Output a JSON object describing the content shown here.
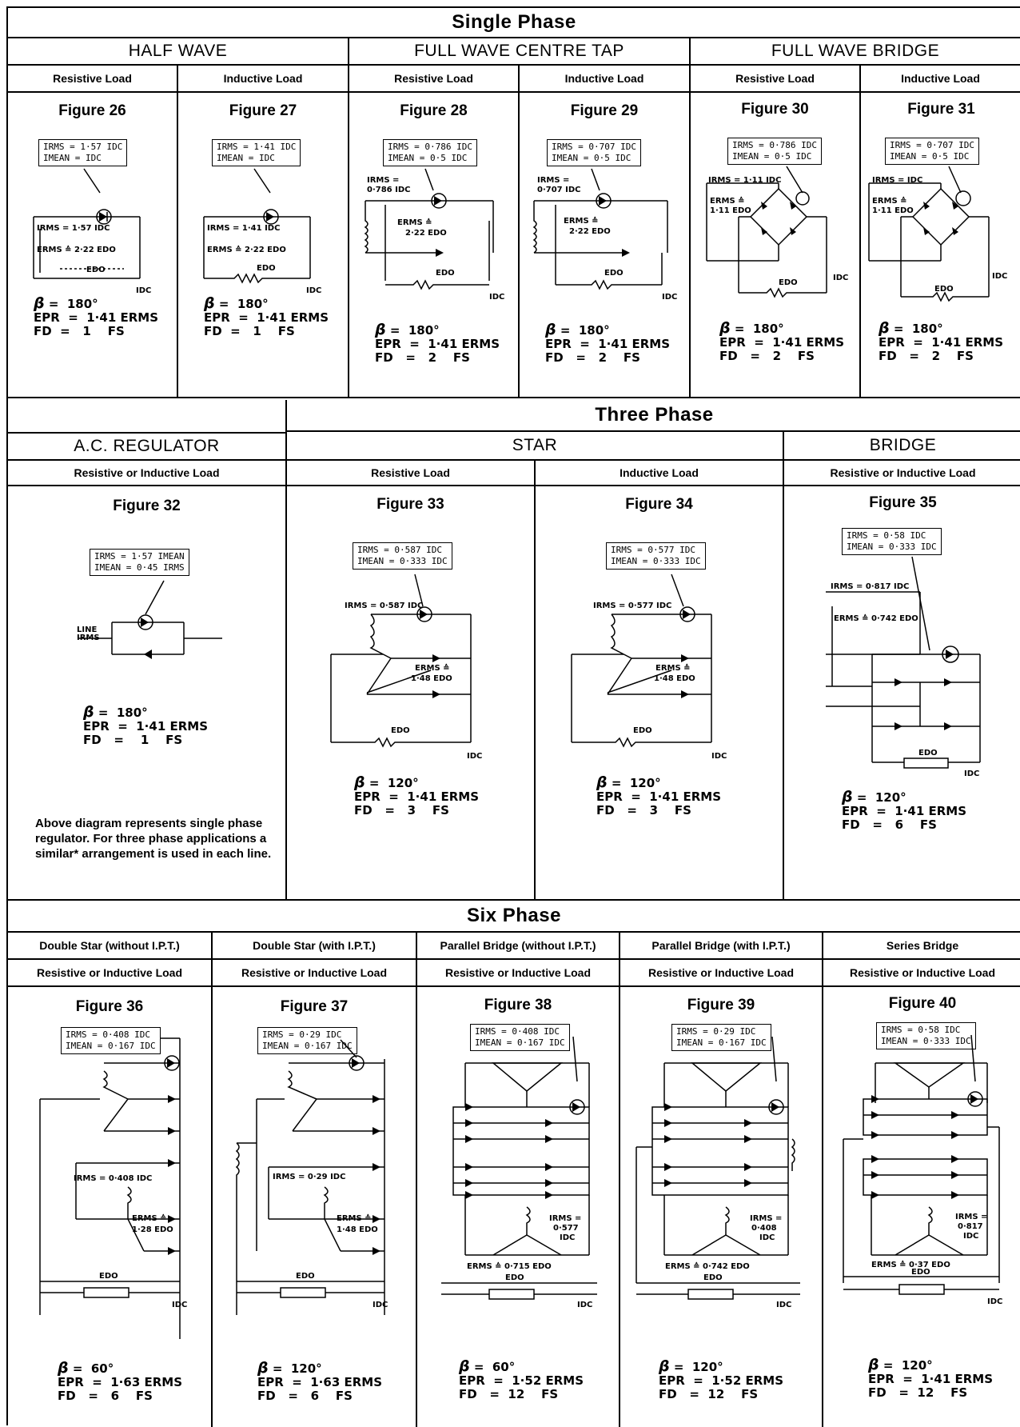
{
  "single_phase": {
    "title": "Single Phase",
    "groups": [
      {
        "title": "HALF WAVE"
      },
      {
        "title": "FULL WAVE CENTRE TAP"
      },
      {
        "title": "FULL WAVE BRIDGE"
      }
    ],
    "loads": [
      "Resistive Load",
      "Inductive Load",
      "Resistive Load",
      "Inductive Load",
      "Resistive Load",
      "Inductive Load"
    ],
    "figures": [
      {
        "label": "Figure 26",
        "box": [
          "IRMS = 1·57 IDC",
          "IMEAN = IDC"
        ],
        "notes": [
          "IRMS = 1·57 IDC",
          "ERMS ≙ 2·22 EDO",
          "EDO",
          "IDC"
        ],
        "beta": "β",
        "beta_val": "=  180°",
        "epr": "EPR  =  1·41 ERMS",
        "fd": "FD  =   1    FS"
      },
      {
        "label": "Figure 27",
        "box": [
          "IRMS = 1·41 IDC",
          "IMEAN = IDC"
        ],
        "notes": [
          "IRMS = 1·41 IDC",
          "ERMS ≙ 2·22 EDO",
          "EDO",
          "IDC"
        ],
        "beta": "β",
        "beta_val": "=  180°",
        "epr": "EPR  =  1·41 ERMS",
        "fd": "FD  =   1    FS"
      },
      {
        "label": "Figure 28",
        "box": [
          "IRMS = 0·786 IDC",
          "IMEAN = 0·5 IDC"
        ],
        "notes": [
          "IRMS =",
          "0·786 IDC",
          "ERMS ≙",
          "2·22 EDO",
          "EDO",
          "IDC"
        ],
        "beta": "β",
        "beta_val": "=  180°",
        "epr": "EPR  =  1·41 ERMS",
        "fd": "FD   =   2    FS"
      },
      {
        "label": "Figure 29",
        "box": [
          "IRMS = 0·707 IDC",
          "IMEAN = 0·5 IDC"
        ],
        "notes": [
          "IRMS =",
          "0·707 IDC",
          "ERMS ≙",
          "2·22 EDO",
          "EDO",
          "IDC"
        ],
        "beta": "β",
        "beta_val": "=  180°",
        "epr": "EPR  =  1·41 ERMS",
        "fd": "FD   =   2    FS"
      },
      {
        "label": "Figure 30",
        "box": [
          "IRMS = 0·786 IDC",
          "IMEAN = 0·5 IDC"
        ],
        "notes": [
          "IRMS = 1·11 IDC",
          "ERMS ≙",
          "1·11 EDO",
          "EDO",
          "IDC"
        ],
        "beta": "β",
        "beta_val": "=  180°",
        "epr": "EPR  =  1·41 ERMS",
        "fd": "FD   =   2    FS"
      },
      {
        "label": "Figure 31",
        "box": [
          "IRMS = 0·707 IDC",
          "IMEAN = 0·5 IDC"
        ],
        "notes": [
          "IRMS = IDC",
          "ERMS ≙",
          "1·11 EDO",
          "EDO",
          "IDC"
        ],
        "beta": "β",
        "beta_val": "=  180°",
        "epr": "EPR  =  1·41 ERMS",
        "fd": "FD   =   2    FS"
      }
    ]
  },
  "three_phase": {
    "title": "Three Phase",
    "ac_regulator": {
      "title": "A.C. REGULATOR",
      "load": "Resistive or Inductive Load",
      "figure": {
        "label": "Figure 32",
        "box": [
          "IRMS = 1·57 IMEAN",
          "IMEAN = 0·45 IRMS"
        ],
        "notes": [
          "LINE",
          "IRMS"
        ],
        "beta": "β",
        "beta_val": "=  180°",
        "epr": "EPR  =  1·41 ERMS",
        "fd": "FD   =    1    FS"
      },
      "note": "Above diagram represents single phase regulator. For three phase applications a similar* arrangement is used in each line."
    },
    "groups": [
      {
        "title": "STAR"
      },
      {
        "title": "BRIDGE"
      }
    ],
    "loads": [
      "Resistive Load",
      "Inductive Load",
      "Resistive or Inductive Load"
    ],
    "figures": [
      {
        "label": "Figure 33",
        "box": [
          "IRMS = 0·587 IDC",
          "IMEAN = 0·333 IDC"
        ],
        "notes": [
          "IRMS = 0·587 IDC",
          "ERMS ≙",
          "1·48 EDO",
          "EDO",
          "IDC"
        ],
        "beta": "β",
        "beta_val": "=  120°",
        "epr": "EPR  =  1·41 ERMS",
        "fd": "FD   =   3    FS"
      },
      {
        "label": "Figure 34",
        "box": [
          "IRMS = 0·577 IDC",
          "IMEAN = 0·333 IDC"
        ],
        "notes": [
          "IRMS = 0·577 IDC",
          "ERMS ≙",
          "1·48 EDO",
          "EDO",
          "IDC"
        ],
        "beta": "β",
        "beta_val": "=  120°",
        "epr": "EPR  =  1·41 ERMS",
        "fd": "FD   =   3    FS"
      },
      {
        "label": "Figure 35",
        "box": [
          "IRMS = 0·58 IDC",
          "IMEAN = 0·333 IDC"
        ],
        "notes": [
          "IRMS = 0·817 IDC",
          "ERMS ≙ 0·742 EDO",
          "EDO",
          "IDC"
        ],
        "beta": "β",
        "beta_val": "=  120°",
        "epr": "EPR  =  1·41 ERMS",
        "fd": "FD   =   6    FS"
      }
    ]
  },
  "six_phase": {
    "title": "Six Phase",
    "types": [
      "Double Star (without I.P.T.)",
      "Double Star (with I.P.T.)",
      "Parallel Bridge (without I.P.T.)",
      "Parallel Bridge (with I.P.T.)",
      "Series Bridge"
    ],
    "loads": [
      "Resistive or Inductive Load",
      "Resistive or Inductive Load",
      "Resistive or Inductive Load",
      "Resistive or Inductive Load",
      "Resistive or Inductive Load"
    ],
    "figures": [
      {
        "label": "Figure 36",
        "box": [
          "IRMS = 0·408 IDC",
          "IMEAN = 0·167 IDC"
        ],
        "notes": [
          "IRMS = 0·408 IDC",
          "ERMS ≙",
          "1·28 EDO",
          "EDO",
          "IDC"
        ],
        "beta": "β",
        "beta_val": "=  60°",
        "epr": "EPR  =  1·63 ERMS",
        "fd": "FD   =   6    FS"
      },
      {
        "label": "Figure 37",
        "box": [
          "IRMS = 0·29 IDC",
          "IMEAN = 0·167 IDC"
        ],
        "notes": [
          "IRMS = 0·29 IDC",
          "ERMS ≙",
          "1·48 EDO",
          "EDO",
          "IDC"
        ],
        "beta": "β",
        "beta_val": "=  120°",
        "epr": "EPR  =  1·63 ERMS",
        "fd": "FD   =   6    FS"
      },
      {
        "label": "Figure 38",
        "box": [
          "IRMS = 0·408 IDC",
          "IMEAN = 0·167 IDC"
        ],
        "notes": [
          "IRMS =",
          "0·577",
          "IDC",
          "ERMS ≙ 0·715 EDO",
          "EDO",
          "IDC"
        ],
        "beta": "β",
        "beta_val": "=  60°",
        "epr": "EPR  =  1·52 ERMS",
        "fd": "FD   =  12    FS"
      },
      {
        "label": "Figure 39",
        "box": [
          "IRMS = 0·29 IDC",
          "IMEAN = 0·167 IDC"
        ],
        "notes": [
          "IRMS =",
          "0·408",
          "IDC",
          "ERMS ≙ 0·742 EDO",
          "EDO",
          "IDC"
        ],
        "beta": "β",
        "beta_val": "=  120°",
        "epr": "EPR  =  1·52 ERMS",
        "fd": "FD   =  12    FS"
      },
      {
        "label": "Figure 40",
        "box": [
          "IRMS = 0·58 IDC",
          "IMEAN = 0·333 IDC"
        ],
        "notes": [
          "IRMS =",
          "0·817",
          "IDC",
          "ERMS ≙ 0·37 EDO",
          "EDO",
          "IDC"
        ],
        "beta": "β",
        "beta_val": "=  120°",
        "epr": "EPR  =  1·41 ERMS",
        "fd": "FD   =  12    FS"
      }
    ]
  }
}
